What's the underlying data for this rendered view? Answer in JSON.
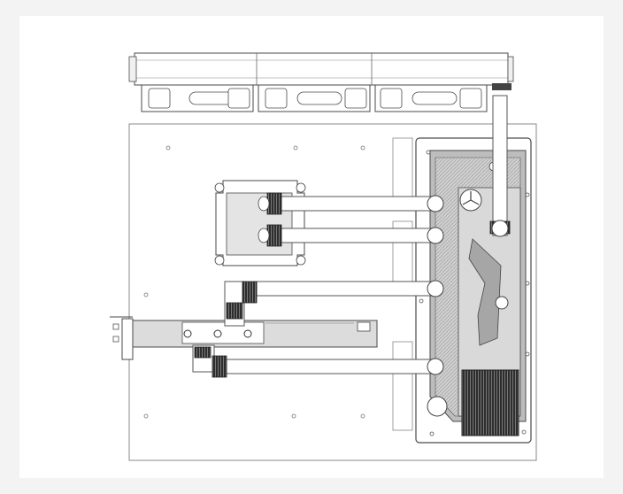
{
  "figure": {
    "background": "#f3f3f3",
    "panel": "#ffffff",
    "line_color": "#4a4a4a",
    "fill_light": "#e8e8e8",
    "fill_mid": "#bfbfbf",
    "fill_dark": "#9a9a9a",
    "dark": "#333333"
  },
  "components": {
    "radiator": {
      "fan_count": 3
    },
    "distribution_plate": {
      "port_count": 6
    },
    "cpu_block": {
      "mount_holes": 4
    },
    "gpu_card": {
      "bracket": true
    },
    "tubes": {
      "count": 5
    }
  }
}
